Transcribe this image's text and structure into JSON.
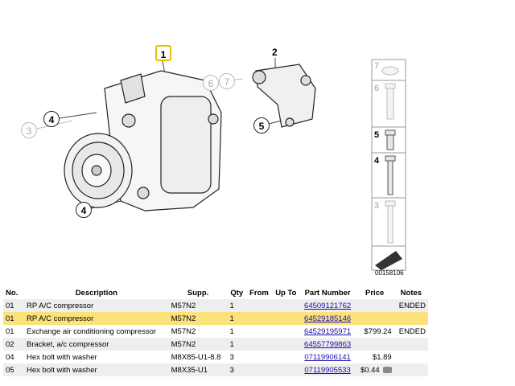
{
  "diagram": {
    "callouts": [
      "1",
      "2",
      "3",
      "4",
      "4",
      "5",
      "6",
      "7"
    ],
    "strip_labels": [
      "7",
      "6",
      "5",
      "4",
      "3"
    ],
    "reference": "00158106"
  },
  "table": {
    "headers": [
      "No.",
      "Description",
      "Supp.",
      "Qty",
      "From",
      "Up To",
      "Part Number",
      "Price",
      "Notes"
    ],
    "rows": [
      {
        "no": "01",
        "description": "RP A/C compressor",
        "supp": "M57N2",
        "qty": "1",
        "from": "",
        "up_to": "",
        "part_number": "64509121762",
        "price": "",
        "notes": "ENDED"
      },
      {
        "no": "01",
        "description": "RP A/C compressor",
        "supp": "M57N2",
        "qty": "1",
        "from": "",
        "up_to": "",
        "part_number": "64529185146",
        "price": "",
        "notes": ""
      },
      {
        "no": "01",
        "description": "Exchange air conditioning compressor",
        "supp": "M57N2",
        "qty": "1",
        "from": "",
        "up_to": "",
        "part_number": "64529195971",
        "price": "$799.24",
        "notes": "ENDED"
      },
      {
        "no": "02",
        "description": "Bracket, a/c compressor",
        "supp": "M57N2",
        "qty": "1",
        "from": "",
        "up_to": "",
        "part_number": "64557799863",
        "price": "",
        "notes": ""
      },
      {
        "no": "04",
        "description": "Hex bolt with washer",
        "supp": "M8X85-U1-8.8",
        "qty": "3",
        "from": "",
        "up_to": "",
        "part_number": "07119906141",
        "price": "$1.89",
        "notes": ""
      },
      {
        "no": "05",
        "description": "Hex bolt with washer",
        "supp": "M8X35-U1",
        "qty": "3",
        "from": "",
        "up_to": "",
        "part_number": "07119905533",
        "price": "$0.44",
        "notes": ""
      }
    ]
  }
}
